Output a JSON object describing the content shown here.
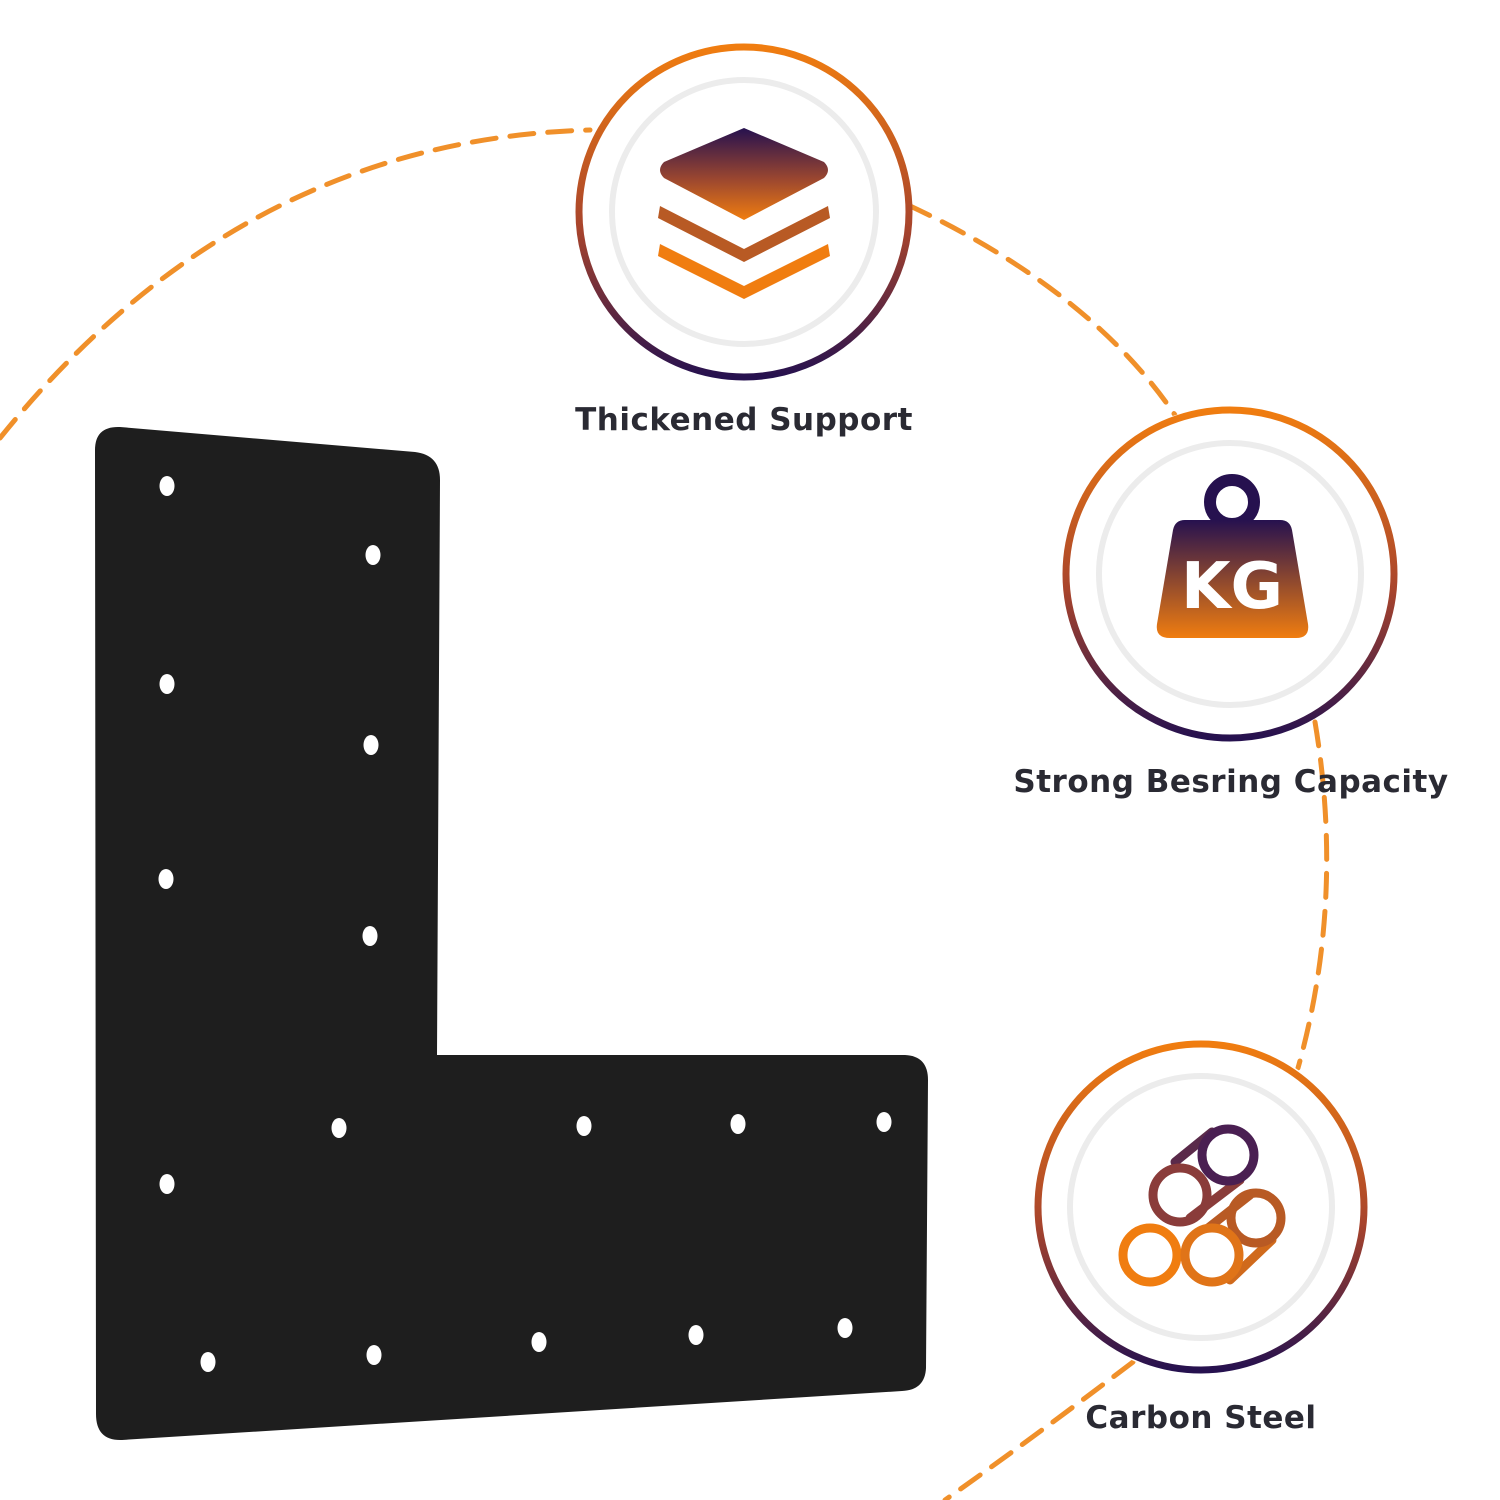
{
  "product": {
    "name": "L-shaped corner bracket plate",
    "color": "#1e1e1e",
    "hole_color": "#ffffff"
  },
  "theme": {
    "accent_orange": "#f07d10",
    "accent_purple": "#26114f",
    "dash_color": "#f0902a"
  },
  "features": [
    {
      "label": "Thickened Support",
      "icon": "layers-icon"
    },
    {
      "label": "Strong Besring Capacity",
      "icon": "kg-weight-icon",
      "icon_text": "KG"
    },
    {
      "label": "Carbon Steel",
      "icon": "steel-rods-icon"
    }
  ]
}
